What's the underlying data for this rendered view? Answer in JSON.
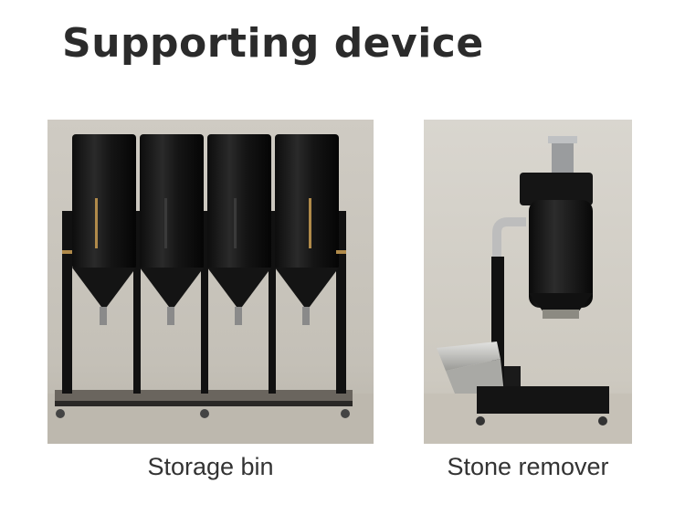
{
  "page": {
    "title": "Supporting device"
  },
  "products": [
    {
      "caption": "Storage bin",
      "image": "storage-bin-photo"
    },
    {
      "caption": "Stone remover",
      "image": "stone-remover-photo"
    }
  ]
}
